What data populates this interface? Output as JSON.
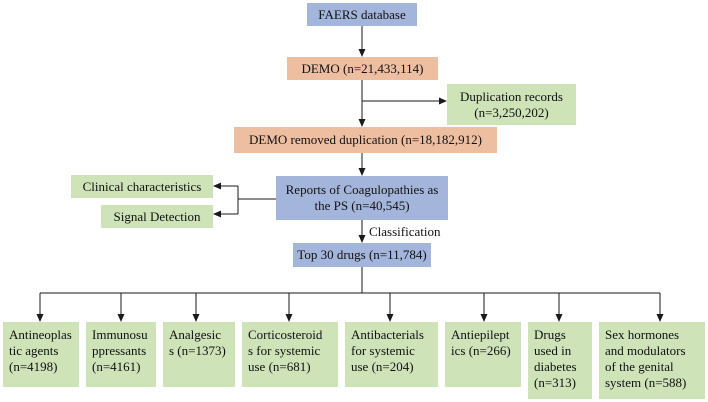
{
  "nodes": {
    "faers": "FAERS database",
    "demo": "DEMO (n=21,433,114)",
    "duplication": "Duplication records (n=3,250,202)",
    "demo_removed": "DEMO removed duplication (n=18,182,912)",
    "coag_line1": "Reports of Coagulopathies as",
    "coag_line2": "the PS (n=40,545)",
    "clinical": "Clinical characteristics",
    "signal": "Signal Detection",
    "classification": "Classification",
    "top30": "Top 30 drugs (n=11,784)"
  },
  "categories": [
    {
      "lines": [
        "Antineoplas",
        "tic agents",
        "(n=4198)"
      ]
    },
    {
      "lines": [
        "Immunosu",
        "ppressants",
        "(n=4161)"
      ]
    },
    {
      "lines": [
        "Analgesic",
        "s (n=1373)"
      ]
    },
    {
      "lines": [
        "Corticosteroid",
        "s for systemic",
        "use (n=681)"
      ]
    },
    {
      "lines": [
        "Antibacterials",
        "for systemic",
        "use (n=204)"
      ]
    },
    {
      "lines": [
        "Antiepilept",
        "ics (n=266)"
      ]
    },
    {
      "lines": [
        "Drugs",
        "used in",
        "diabetes",
        "(n=313)"
      ]
    },
    {
      "lines": [
        "Sex hormones",
        "and modulators",
        "of the genital",
        "system (n=588)"
      ]
    }
  ],
  "colors": {
    "blue": "#a3b5db",
    "orange": "#eebea1",
    "green": "#cfe3b9",
    "line": "#1a1a1a"
  }
}
